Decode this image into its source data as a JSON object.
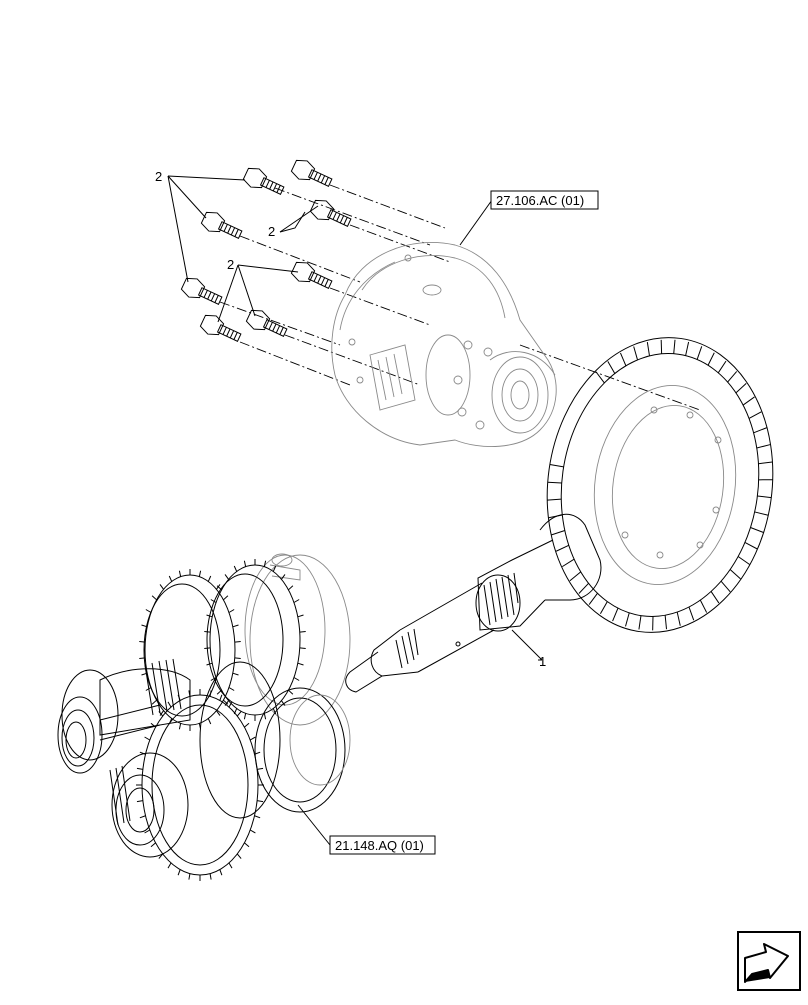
{
  "callouts": {
    "bolt_group_a": "2",
    "bolt_group_b": "2",
    "bolt_group_c": "2",
    "shaft": "1"
  },
  "references": {
    "differential": "27.106.AC (01)",
    "gearset": "21.148.AQ (01)"
  },
  "icons": {
    "nav": "next-page-arrow-icon"
  }
}
